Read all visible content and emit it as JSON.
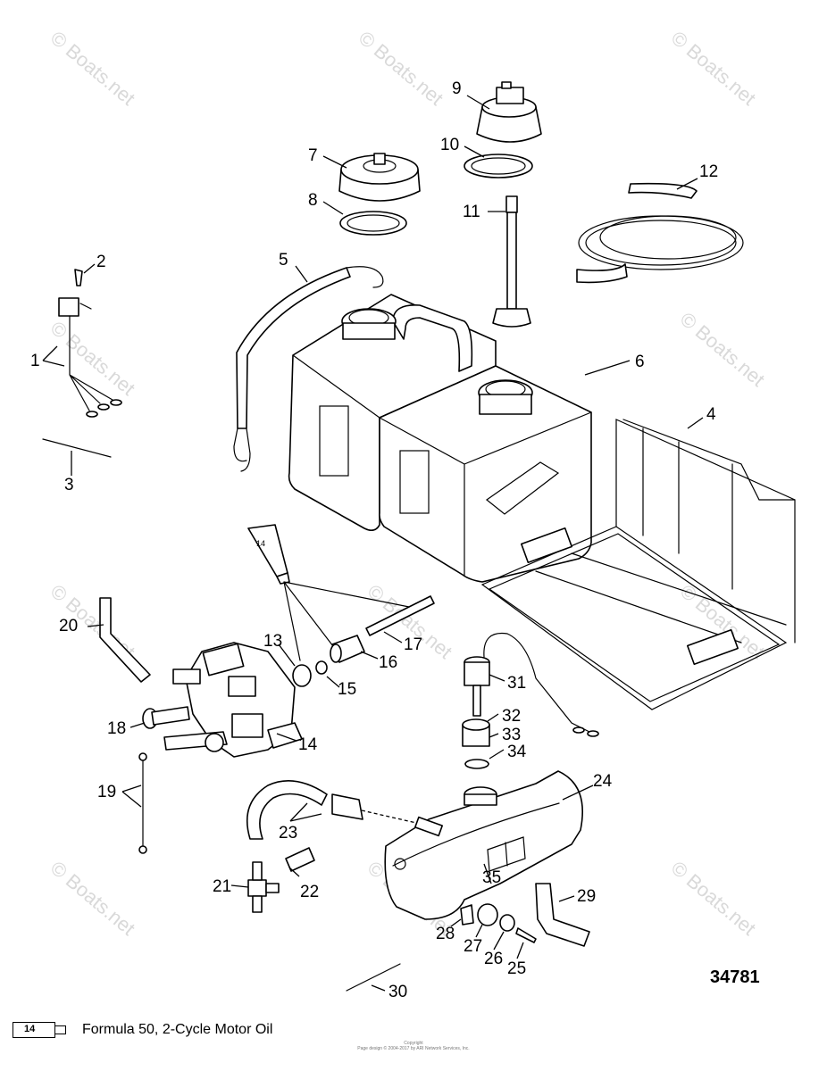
{
  "watermark": "© Boats.net",
  "callouts": [
    "1",
    "2",
    "3",
    "4",
    "5",
    "6",
    "7",
    "8",
    "9",
    "10",
    "11",
    "12",
    "13",
    "14",
    "14",
    "15",
    "16",
    "17",
    "18",
    "19",
    "20",
    "21",
    "22",
    "23",
    "24",
    "25",
    "26",
    "27",
    "28",
    "29",
    "30",
    "31",
    "32",
    "33",
    "34",
    "35"
  ],
  "legend": {
    "icon_label": "14",
    "text": "Formula 50, 2-Cycle Motor Oil"
  },
  "figure_number": "34781",
  "copyright_line1": "Copyright",
  "copyright_line2": "Page design © 2004-2017 by ARI Network Services, Inc."
}
